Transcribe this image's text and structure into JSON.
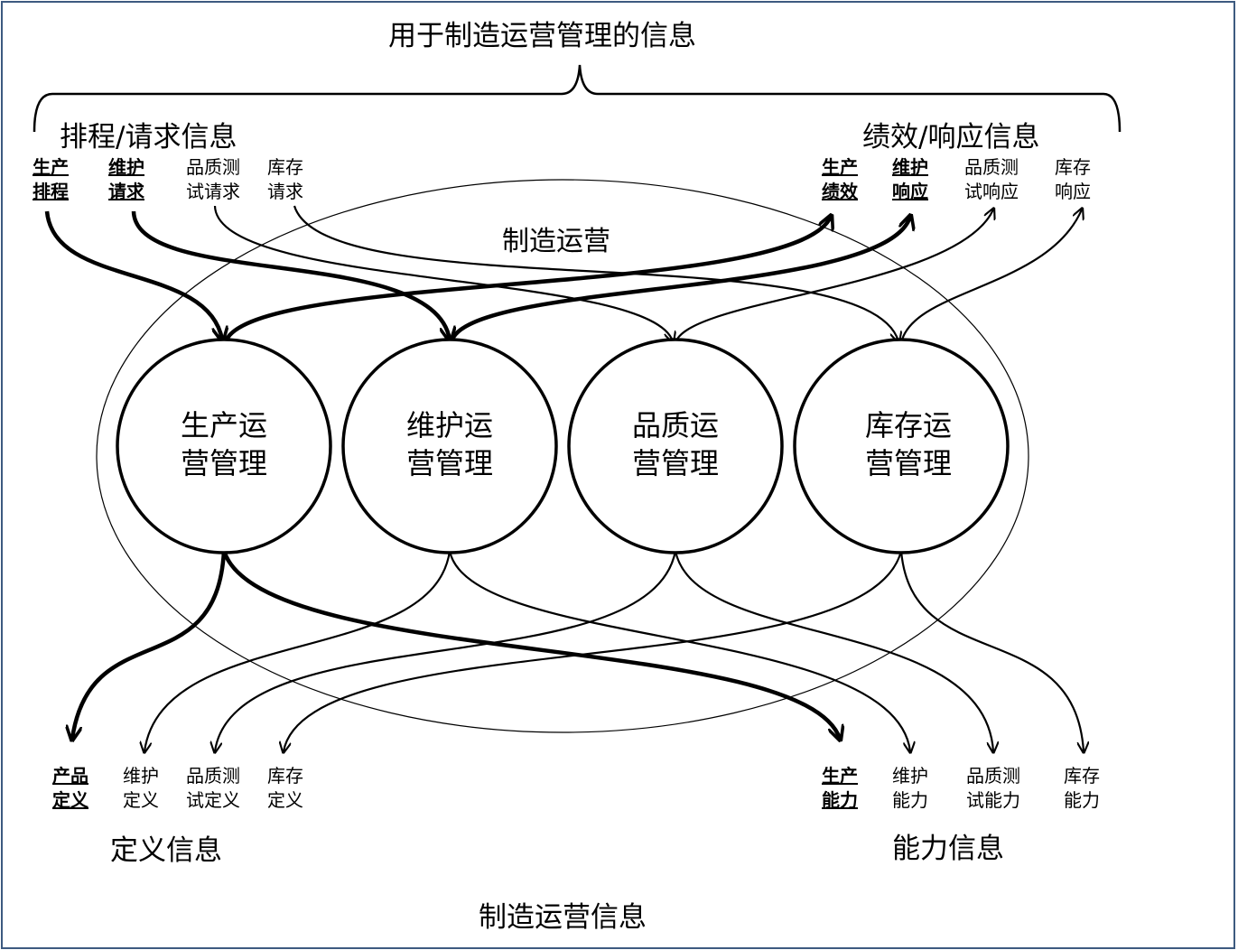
{
  "title": "用于制造运营管理的信息",
  "footer": "制造运营信息",
  "region_label": "制造运营",
  "groups": {
    "top_left": "排程/请求信息",
    "top_right": "绩效/响应信息",
    "bottom_left": "定义信息",
    "bottom_right": "能力信息"
  },
  "top_left_items": [
    {
      "line1": "生产",
      "line2": "排程"
    },
    {
      "line1": "维护",
      "line2": "请求"
    },
    {
      "line1": "品质测",
      "line2": "试请求"
    },
    {
      "line1": "库存",
      "line2": "请求"
    }
  ],
  "top_right_items": [
    {
      "line1": "生产",
      "line2": "绩效"
    },
    {
      "line1": "维护",
      "line2": "响应"
    },
    {
      "line1": "品质测",
      "line2": "试响应"
    },
    {
      "line1": "库存",
      "line2": "响应"
    }
  ],
  "bottom_left_items": [
    {
      "line1": "产品",
      "line2": "定义"
    },
    {
      "line1": "维护",
      "line2": "定义"
    },
    {
      "line1": "品质测",
      "line2": "试定义"
    },
    {
      "line1": "库存",
      "line2": "定义"
    }
  ],
  "bottom_right_items": [
    {
      "line1": "生产",
      "line2": "能力"
    },
    {
      "line1": "维护",
      "line2": "能力"
    },
    {
      "line1": "品质测",
      "line2": "试能力"
    },
    {
      "line1": "库存",
      "line2": "能力"
    }
  ],
  "circles": [
    {
      "line1": "生产运",
      "line2": "营管理"
    },
    {
      "line1": "维护运",
      "line2": "营管理"
    },
    {
      "line1": "品质运",
      "line2": "营管理"
    },
    {
      "line1": "库存运",
      "line2": "营管理"
    }
  ]
}
